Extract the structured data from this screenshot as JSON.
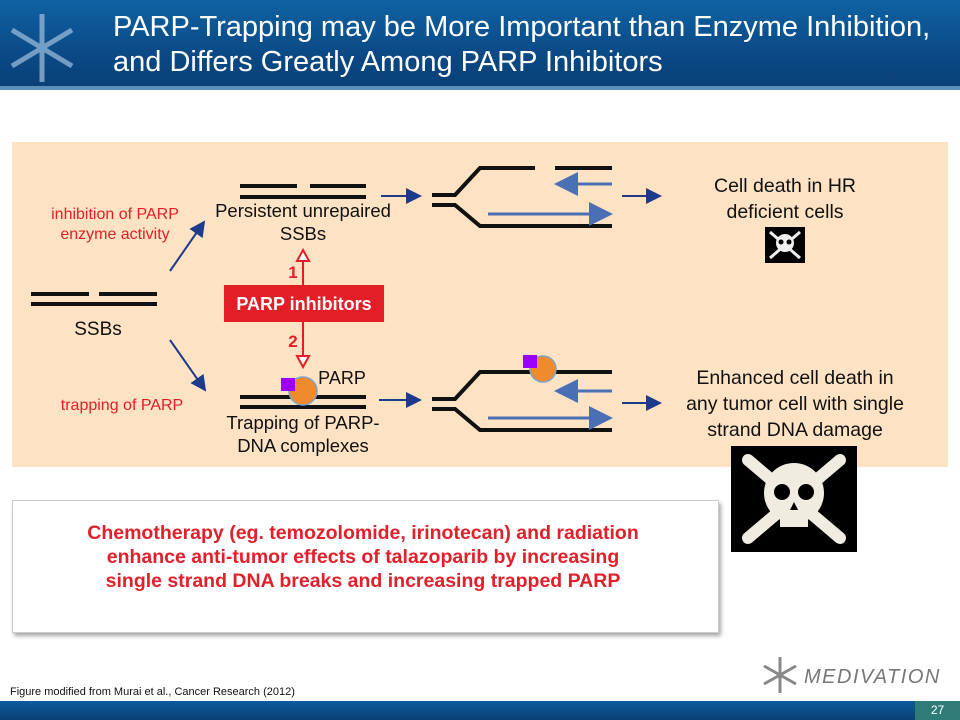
{
  "header": {
    "title": "PARP-Trapping may be More Important than Enzyme Inhibition, and Differs Greatly Among PARP Inhibitors"
  },
  "diagram": {
    "ssbs_label": "SSBs",
    "inhibition_label_1": "inhibition of PARP",
    "inhibition_label_2": "enzyme activity",
    "trapping_label": "trapping of PARP",
    "persistent_label_1": "Persistent unrepaired",
    "persistent_label_2": "SSBs",
    "parp_inhibitors": "PARP inhibitors",
    "path_1": "1",
    "path_2": "2",
    "parp_label": "PARP",
    "trapping_complex_1": "Trapping of PARP-",
    "trapping_complex_2": "DNA complexes",
    "outcome_top_1": "Cell death in HR",
    "outcome_top_2": "deficient cells",
    "outcome_bottom_1": "Enhanced cell death in",
    "outcome_bottom_2": "any tumor cell with single",
    "outcome_bottom_3": "strand DNA damage",
    "colors": {
      "background": "#fde3c4",
      "red": "#e31e26",
      "arrow": "#1e3a8a",
      "parp": "#ef8a2d",
      "tag": "#9b00ff"
    }
  },
  "callout": {
    "text": "Chemotherapy (eg. temozolomide, irinotecan) and radiation enhance anti-tumor effects of talazoparib by increasing single strand DNA breaks and increasing trapped PARP"
  },
  "footer": {
    "citation": "Figure modified from Murai et al., Cancer Research (2012)",
    "brand": "MEDIVATION",
    "page_number": "27"
  }
}
